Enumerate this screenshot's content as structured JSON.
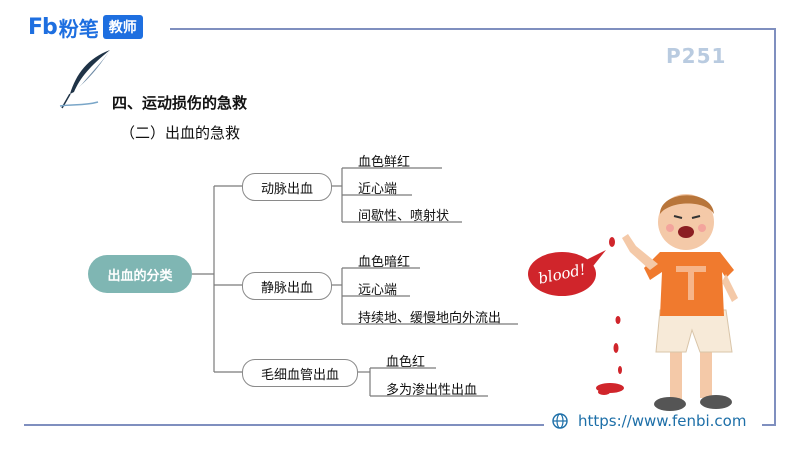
{
  "logo": {
    "fb": "Fb",
    "name": "粉笔",
    "badge": "教师"
  },
  "page_number": "P251",
  "heading": {
    "title": "四、运动损伤的急救",
    "subtitle": "（二）出血的急救"
  },
  "mindmap": {
    "root": "出血的分类",
    "branches": [
      {
        "label": "动脉出血",
        "leaves": [
          "血色鲜红",
          "近心端",
          "间歇性、喷射状"
        ]
      },
      {
        "label": "静脉出血",
        "leaves": [
          "血色暗红",
          "远心端",
          "持续地、缓慢地向外流出"
        ]
      },
      {
        "label": "毛细血管出血",
        "leaves": [
          "血色红",
          "多为渗出性出血"
        ]
      }
    ]
  },
  "illustration": {
    "speech_text": "blood!"
  },
  "footer": {
    "url": "https://www.fenbi.com"
  },
  "colors": {
    "brand_blue": "#1e6fe0",
    "root_teal": "#7fb6b3",
    "frame": "#7f8fbf",
    "blood_red": "#d0252b"
  }
}
